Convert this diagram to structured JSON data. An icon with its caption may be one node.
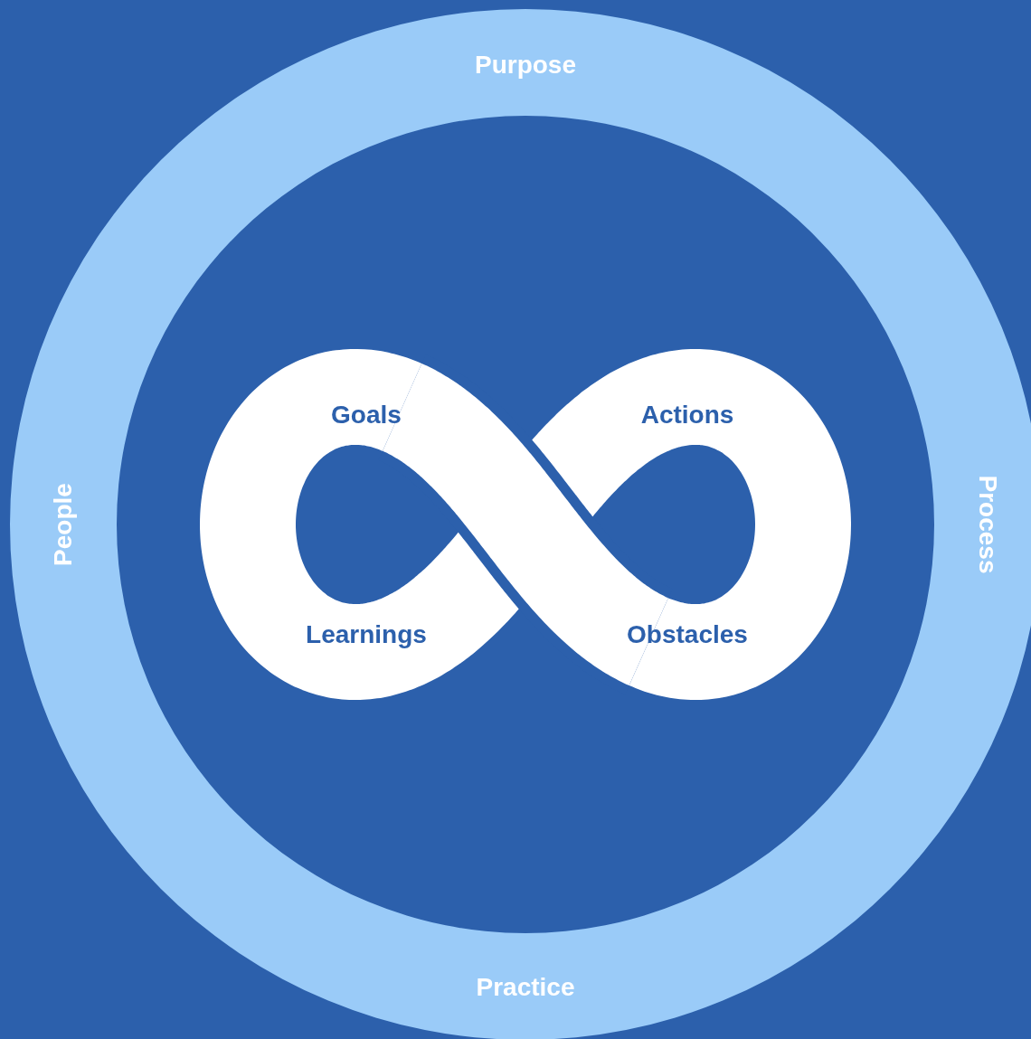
{
  "diagram": {
    "nodes": [
      {
        "text": [
          "Purpose",
          "People",
          "Process",
          "Practice"
        ]
      },
      {
        "text": [
          "Goals",
          "Actions",
          "Learnings",
          "Obstacles"
        ],
        "in": 0
      }
    ]
  }
}
